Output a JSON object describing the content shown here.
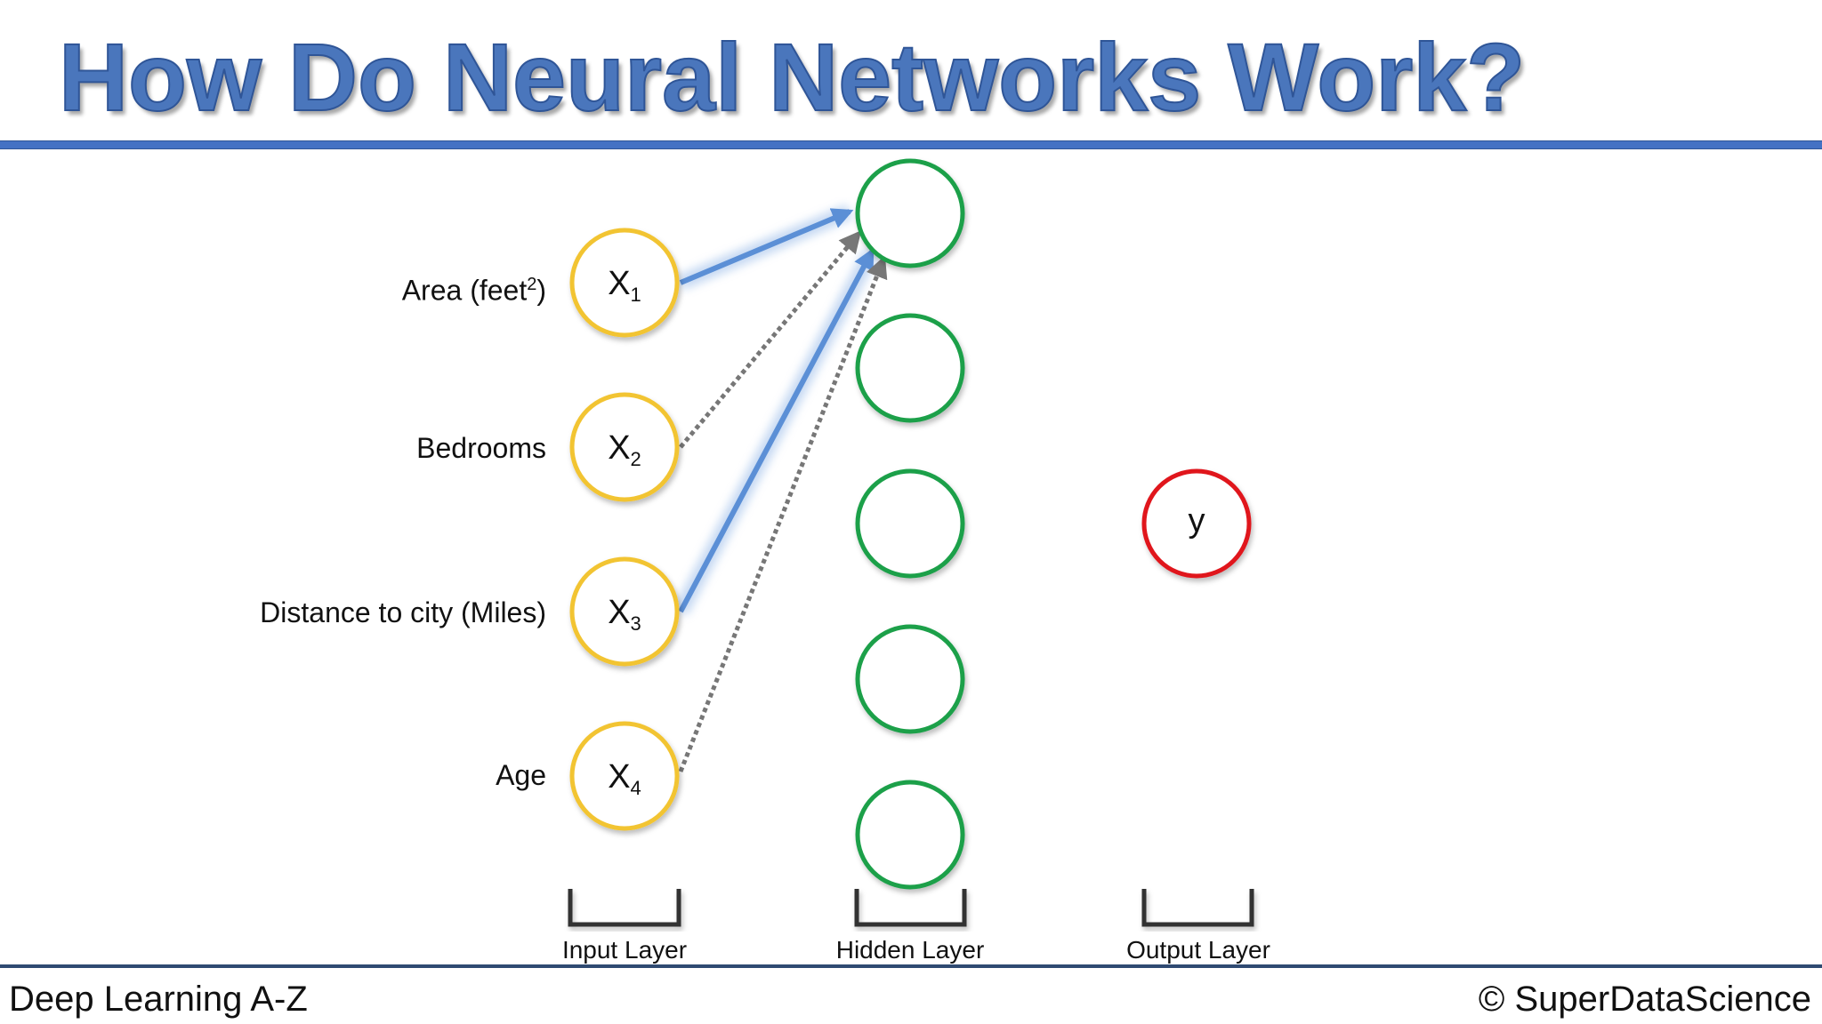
{
  "title": "How Do Neural Networks Work?",
  "footer": {
    "left": "Deep Learning A-Z",
    "right": "© SuperDataScience"
  },
  "features": [
    {
      "label_main": "Area (feet",
      "label_sup": "2",
      "label_end": ")",
      "node_letter": "X",
      "node_sub": "1"
    },
    {
      "label_main": "Bedrooms",
      "label_sup": "",
      "label_end": "",
      "node_letter": "X",
      "node_sub": "2"
    },
    {
      "label_main": "Distance to city (Miles)",
      "label_sup": "",
      "label_end": "",
      "node_letter": "X",
      "node_sub": "3"
    },
    {
      "label_main": "Age",
      "label_sup": "",
      "label_end": "",
      "node_letter": "X",
      "node_sub": "4"
    }
  ],
  "output_node": "y",
  "layers": {
    "input": "Input Layer",
    "hidden": "Hidden Layer",
    "output": "Output Layer"
  },
  "colors": {
    "title": "#4a76bc",
    "input_node": "#f2c433",
    "hidden_node": "#1aa04a",
    "output_node": "#e0141e",
    "active_connection": "#5b8fd6",
    "inactive_connection": "#777777",
    "rule": "#4472c4"
  },
  "connections": [
    {
      "from": "X1",
      "to": "hidden-1",
      "style": "solid"
    },
    {
      "from": "X2",
      "to": "hidden-1",
      "style": "dotted"
    },
    {
      "from": "X3",
      "to": "hidden-1",
      "style": "solid"
    },
    {
      "from": "X4",
      "to": "hidden-1",
      "style": "dotted"
    }
  ]
}
